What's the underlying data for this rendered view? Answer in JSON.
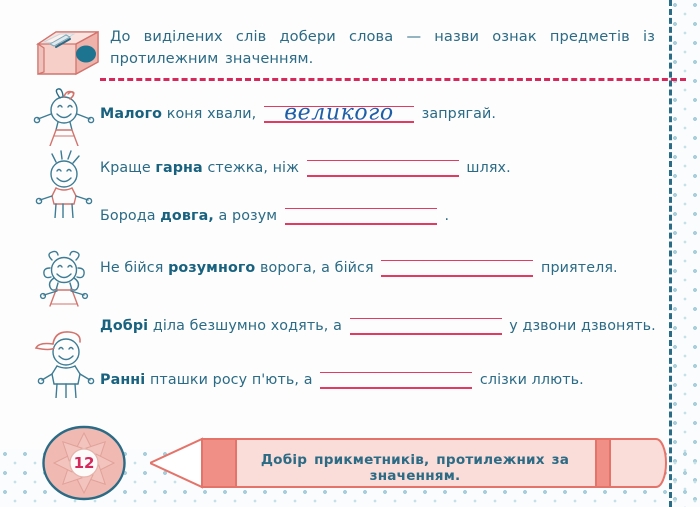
{
  "page": {
    "number": "12",
    "language": "uk"
  },
  "header": {
    "icon": "pencil-sharpener-icon",
    "task_text": "До виділених слів добери слова — назви ознак предметів із протилежним значенням."
  },
  "exercises": [
    {
      "figure": "girl-with-bow-figure",
      "before": "коня хвали,",
      "keyword": "Малого",
      "keyword_position": "start",
      "answer": "великого",
      "after": "запрягай.",
      "blank_width": 150,
      "filled": true
    },
    {
      "figure": "boy-spiky-hair-figure",
      "prefix": "Краще",
      "keyword": "гарна",
      "middle": "стежка, ніж",
      "answer": "",
      "after": "шлях.",
      "blank_width": 152,
      "filled": false
    },
    {
      "figure": "",
      "prefix": "Борода",
      "keyword": "довга,",
      "middle": "а розум",
      "answer": "",
      "after": ".",
      "blank_width": 152,
      "filled": false
    },
    {
      "figure": "girl-curly-hair-figure",
      "prefix": "Не бійся",
      "keyword": "розумного",
      "middle": "ворога, а бійся",
      "answer": "",
      "after": "приятеля.",
      "blank_width": 152,
      "filled": false
    },
    {
      "figure": "",
      "prefix": "",
      "keyword": "Добрі",
      "middle": "діла безшумно ходять, а",
      "answer": "",
      "after": "у дзвони дзвонять.",
      "blank_width": 152,
      "filled": false
    },
    {
      "figure": "boy-with-cap-figure",
      "prefix": "",
      "keyword": "Ранні",
      "middle": "пташки росу п'ють, а",
      "answer": "",
      "after": "слізки ллють.",
      "blank_width": 152,
      "filled": false
    }
  ],
  "footer": {
    "badge_icon": "flower-rosette-badge",
    "pencil_icon": "pencil-banner-icon",
    "caption": "Добір прикметників, протилежних за значенням."
  },
  "colors": {
    "teal_text": "#2b6b85",
    "crimson_rule": "#e23a63",
    "handwriting_blue": "#1f5fa8",
    "pink_fill": "#f6cfc9",
    "pink_dark": "#ef8f86",
    "dot_blue": "#b9d7e0"
  }
}
